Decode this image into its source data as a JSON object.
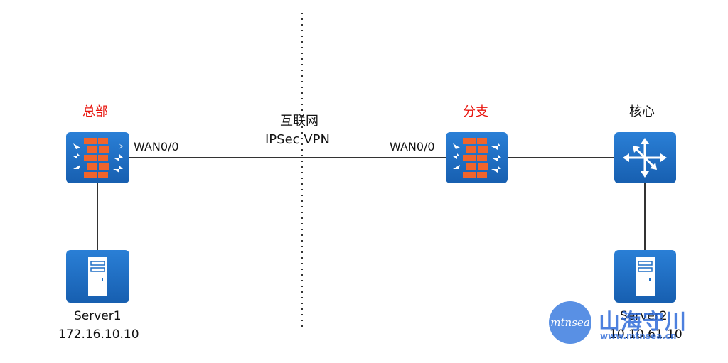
{
  "zones": {
    "hq": "总部",
    "branch": "分支",
    "core": "核心"
  },
  "internet": {
    "name": "互联网",
    "link": "IPSec VPN"
  },
  "interfaces": {
    "hq_wan": "WAN0/0",
    "branch_wan": "WAN0/0"
  },
  "servers": {
    "server1": {
      "name": "Server1",
      "ip": "172.16.10.10"
    },
    "server2": {
      "name": "Server2",
      "ip": "10.10.61.10"
    }
  },
  "watermark": {
    "logo": "mtnsea",
    "name": "山海守川",
    "url": "www.mtnsea.cn"
  },
  "colors": {
    "device_blue": "#1f6fc5",
    "firewall_orange": "#f0642b",
    "zone_label_red": "#e8150e"
  }
}
